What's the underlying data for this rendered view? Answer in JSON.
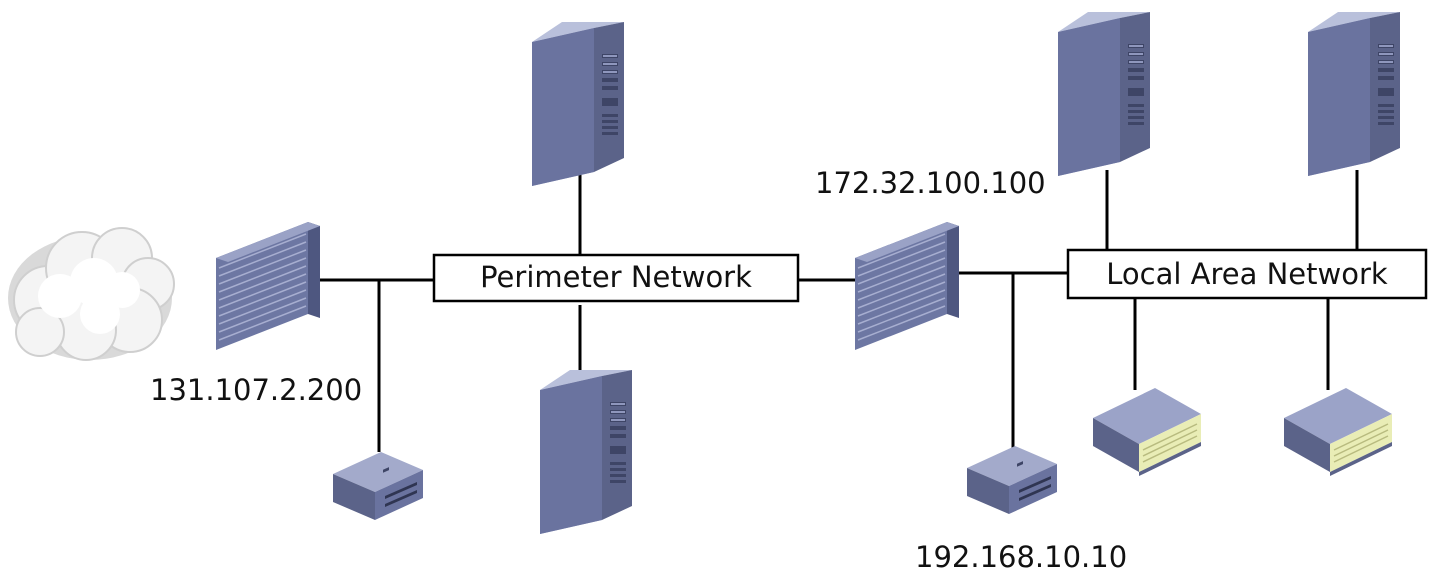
{
  "networks": {
    "perimeter": "Perimeter Network",
    "lan": "Local Area Network"
  },
  "addresses": {
    "external_firewall": "131.107.2.200",
    "internal_firewall": "172.32.100.100",
    "lan_device": "192.168.10.10"
  },
  "icons": {
    "cloud": "cloud-icon",
    "firewall": "firewall-icon",
    "server": "server-icon",
    "router": "router-icon",
    "storage": "storage-icon"
  },
  "colors": {
    "device_face": "#6a739f",
    "device_side": "#4a5277",
    "device_top": "#9ba3c8",
    "line": "#000000",
    "cloud": "#f2f2f2"
  }
}
